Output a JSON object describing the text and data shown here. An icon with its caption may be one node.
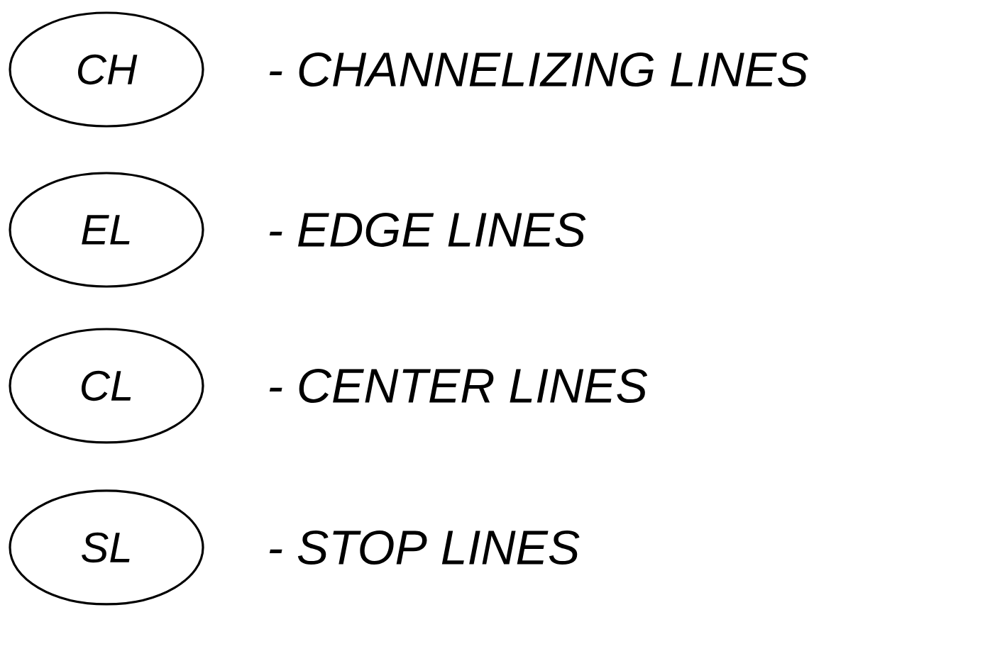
{
  "diagram": {
    "nodes": [
      {
        "text": [
          "CH"
        ],
        "beside": [
          "- CHANNELIZING LINES"
        ]
      },
      {
        "text": [
          "EL"
        ],
        "beside": [
          "- EDGE LINES"
        ]
      },
      {
        "text": [
          "CL"
        ],
        "beside": [
          "- CENTER LINES"
        ]
      },
      {
        "text": [
          "SL"
        ],
        "beside": [
          "- STOP LINES"
        ]
      }
    ]
  }
}
